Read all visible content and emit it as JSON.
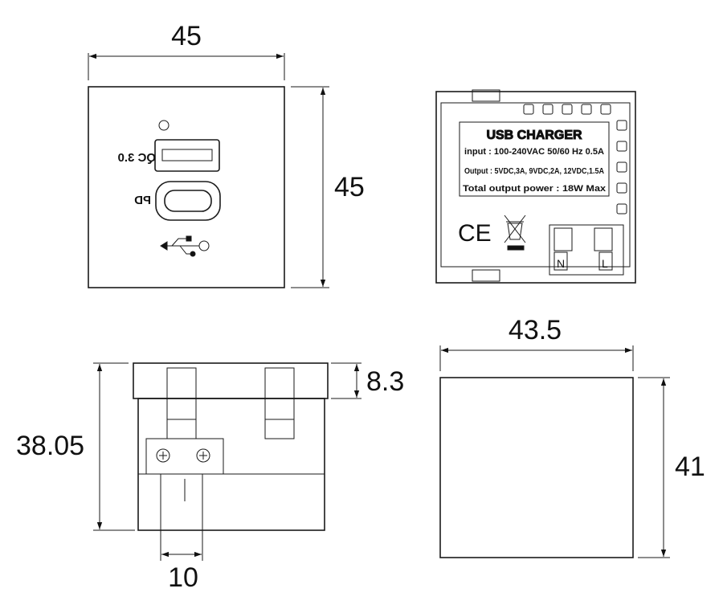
{
  "dimensions": {
    "front_width": "45",
    "front_height": "45",
    "side_height": "38.05",
    "side_top": "8.3",
    "terminal_spacing": "10",
    "back_width": "43.5",
    "back_height": "41"
  },
  "front": {
    "qc_label": "QC 3.0",
    "pd_label": "PD"
  },
  "rear_label": {
    "title": "USB CHARGER",
    "input": "input : 100-240VAC 50/60 Hz 0.5A",
    "output": "Output : 5VDC,3A,  9VDC,2A,  12VDC,1.5A",
    "total": "Total output power : 18W Max",
    "ce_mark": "CE",
    "terminal_n": "N",
    "terminal_l": "L"
  }
}
